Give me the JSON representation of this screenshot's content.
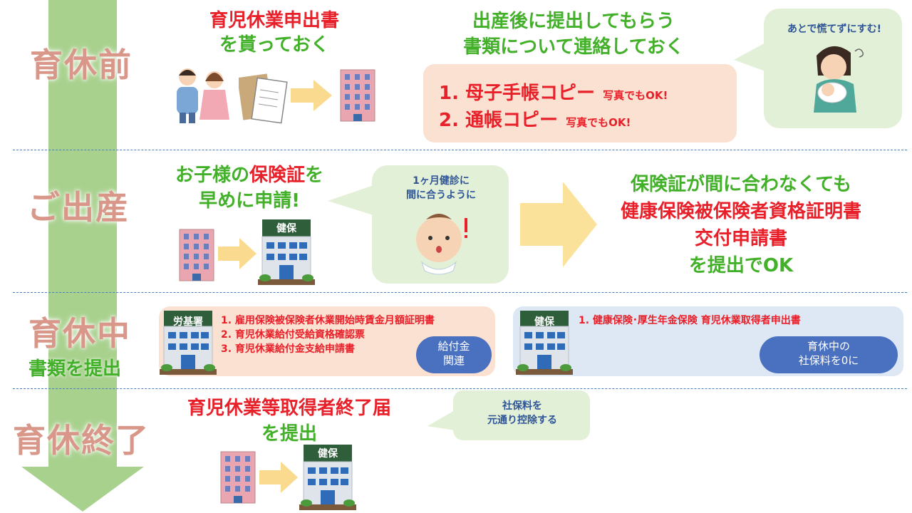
{
  "phases": {
    "before": "育休前",
    "birth": "ご出産",
    "during": "育休中",
    "during_sub": "書類を提出",
    "end": "育休終了"
  },
  "row1": {
    "title_line1": "育児休業申出書",
    "title_line2": "を貰っておく",
    "contact_line1": "出産後に提出してもらう",
    "contact_line2": "書類について連絡しておく",
    "doc1": "1.  母子手帳コピー",
    "doc1_note": "写真でもOK!",
    "doc2": "2.  通帳コピー",
    "doc2_note": "写真でもOK!",
    "bubble": "あとで慌てずにすむ!"
  },
  "row2": {
    "title_pre": "お子様の",
    "title_em": "保険証",
    "title_post": "を",
    "title_line2": "早めに申請!",
    "bubble_line1": "1ヶ月健診に",
    "bubble_line2": "間に合うように",
    "building_label": "健保",
    "result_line1": "保険証が間に合わなくても",
    "result_line2": "健康保険被保険者資格証明書",
    "result_line3": "交付申請書",
    "result_line4": "を提出でOK"
  },
  "row3": {
    "left_building": "労基署",
    "left_items": [
      "1.  雇用保険被保険者休業開始時賃金月額証明書",
      "2.  育児休業給付受給資格確認票",
      "3.  育児休業給付金支給申請書"
    ],
    "left_pill": "給付金\n関連",
    "right_building": "健保",
    "right_items": [
      "1.  健康保険･厚生年金保険 育児休業取得者申出書"
    ],
    "right_pill": "育休中の\n社保料を0に"
  },
  "row4": {
    "title_line1": "育児休業等取得者終了届",
    "title_line2": "を提出",
    "bubble_line1": "社保料を",
    "bubble_line2": "元通り控除する",
    "building_label": "健保"
  },
  "colors": {
    "timeline_arrow": "#a9d18e",
    "phase_text": "#d9978a",
    "red": "#e8202a",
    "green": "#43b02a",
    "peach": "#fbe1d1",
    "bubble": "#e3f0d8",
    "pill": "#4a70c0",
    "divider": "#4a7fbf"
  }
}
